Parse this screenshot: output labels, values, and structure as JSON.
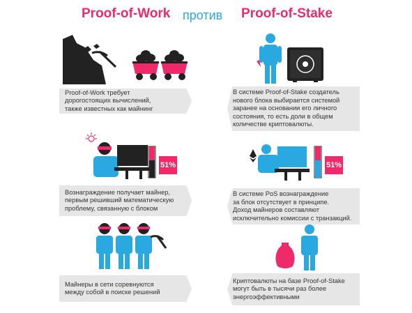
{
  "header": {
    "left": "Proof-of-Work",
    "middle": "против",
    "right": "Proof-of-Stake"
  },
  "colors": {
    "pink": "#ee2a6b",
    "blue": "#29a9e0",
    "dark": "#222222",
    "box": "#e6e6e6"
  },
  "pow": {
    "text1": "Proof-of-Work требует\nдорогостоящих вычислений,\nтакже известных как майнинг",
    "text2": "Вознаграждение получает майнер,\nпервым решивший математическую\nпроблему, связанную с блоком",
    "text3": "Майнеры в сети соревнуются\nмежду собой в поиске решений",
    "percent": "51%"
  },
  "pos": {
    "text1": "В системе Proof-of-Stake создатель\nнового блока выбирается системой\nзаранее на основании его личного\nсостояния, то есть доли в общем\nколичестве криптовалюты.",
    "text2": "В системе PoS вознаграждение\nза блок отсутствует в принципе.\nДоход майнеров составляют\nисключительно комиссии с транзакций.",
    "text3": "Криптовалюты на базе Proof-of-Stake\nмогут быть в тысячи раз более\nэнергоэффективными",
    "percent": "51%"
  }
}
